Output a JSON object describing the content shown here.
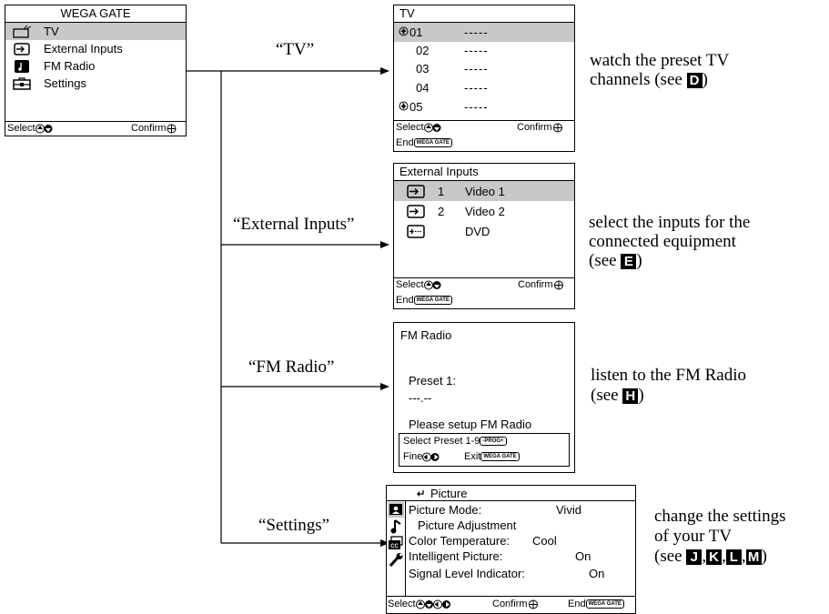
{
  "menu": {
    "title": "WEGA GATE",
    "items": [
      {
        "label": "TV",
        "icon": "tv-icon"
      },
      {
        "label": "External Inputs",
        "icon": "input-icon"
      },
      {
        "label": "FM Radio",
        "icon": "music-note-icon"
      },
      {
        "label": "Settings",
        "icon": "toolbox-icon"
      }
    ],
    "footer_select": "Select",
    "footer_confirm": "Confirm"
  },
  "branch_labels": {
    "tv": "“TV”",
    "external": "“External Inputs”",
    "fm": "“FM Radio”",
    "settings": "“Settings”"
  },
  "tv_screen": {
    "title": "TV",
    "channels": [
      {
        "num": "01",
        "name": "-----"
      },
      {
        "num": "02",
        "name": "-----"
      },
      {
        "num": "03",
        "name": "-----"
      },
      {
        "num": "04",
        "name": "-----"
      },
      {
        "num": "05",
        "name": "-----"
      }
    ],
    "footer_select": "Select",
    "footer_confirm": "Confirm",
    "footer_end": "End",
    "end_button": "WEGA GATE"
  },
  "external_screen": {
    "title": "External Inputs",
    "inputs": [
      {
        "num": "1",
        "name": "Video 1"
      },
      {
        "num": "2",
        "name": "Video 2"
      },
      {
        "num": "",
        "name": "DVD"
      }
    ],
    "footer_select": "Select",
    "footer_confirm": "Confirm",
    "footer_end": "End",
    "end_button": "WEGA GATE"
  },
  "fm_screen": {
    "title": "FM Radio",
    "preset_label": "Preset 1:",
    "preset_value": "---.--",
    "message": "Please setup FM Radio",
    "select_preset": "Select Preset 1-9",
    "prog_button": "-PROG+",
    "fine": "Fine",
    "exit": "Exit",
    "exit_button": "WEGA GATE"
  },
  "settings_screen": {
    "title": "Picture",
    "rows": [
      {
        "label": "Picture Mode:",
        "value": "Vivid"
      },
      {
        "label": "Picture Adjustment",
        "value": ""
      },
      {
        "label": "Color Temperature:",
        "value": "Cool"
      },
      {
        "label": "Intelligent Picture:",
        "value": "On"
      },
      {
        "label": "Signal Level Indicator:",
        "value": "On"
      }
    ],
    "footer_select": "Select",
    "footer_confirm": "Confirm",
    "footer_end": "End",
    "end_button": "WEGA GATE"
  },
  "descriptions": {
    "tv": {
      "line1": "watch the preset TV",
      "line2": "channels (see ",
      "key": "D",
      "tail": ")"
    },
    "external": {
      "line1": "select the inputs for the",
      "line2": "connected equipment",
      "line3": "(see ",
      "key": "E",
      "tail": ")"
    },
    "fm": {
      "line1": "listen to the FM Radio",
      "line2": "(see ",
      "key": "H",
      "tail": ")"
    },
    "settings": {
      "line1": "change the settings",
      "line2": "of your TV",
      "line3": "(see ",
      "keys": [
        "J",
        "K",
        "L",
        "M"
      ],
      "tail": ")"
    }
  }
}
